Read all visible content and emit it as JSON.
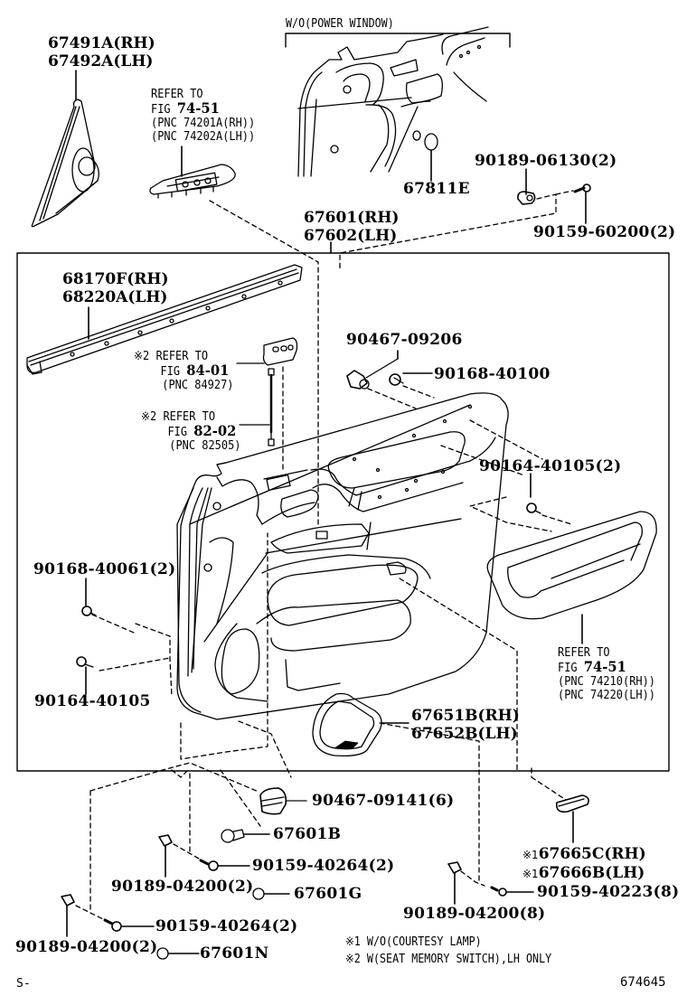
{
  "diagram": {
    "figure_number": "674645",
    "sheet_mark": "S-",
    "variant_header": "W/O(POWER WINDOW)",
    "notes": [
      {
        "mark": "※1",
        "text": "W/O(COURTESY LAMP)"
      },
      {
        "mark": "※2",
        "text": "W(SEAT MEMORY SWITCH),LH ONLY"
      }
    ],
    "parts": {
      "p67491": {
        "line1": "67491A(RH)",
        "line2": "67492A(LH)"
      },
      "p67601": {
        "line1": "67601(RH)",
        "line2": "67602(LH)"
      },
      "p68170": {
        "line1": "68170F(RH)",
        "line2": "68220A(LH)"
      },
      "p67811": "67811E",
      "p90189_06130": "90189-06130(2)",
      "p90159_60200": "90159-60200(2)",
      "p90467_09206": "90467-09206",
      "p90168_40100": "90168-40100",
      "p90164_40105_2": "90164-40105(2)",
      "p90168_40061": "90168-40061(2)",
      "p90164_40105": "90164-40105",
      "p67651": {
        "line1": "67651B(RH)",
        "line2": "67652B(LH)"
      },
      "p90467_09141": "90467-09141(6)",
      "p67601B": "67601B",
      "p90159_40264_a": "90159-40264(2)",
      "p90189_04200_a": "90189-04200(2)",
      "p67601G": "67601G",
      "p90159_40264_b": "90159-40264(2)",
      "p90189_04200_b": "90189-04200(2)",
      "p67601N": "67601N",
      "p67665": {
        "mark1": "※1",
        "line1": "67665C(RH)",
        "mark2": "※1",
        "line2": "67666B(LH)"
      },
      "p90159_40223": "90159-40223(8)",
      "p90189_04200_c": "90189-04200(8)"
    },
    "references": {
      "switch": {
        "line1": "REFER TO",
        "fig_prefix": "FIG",
        "fig": "74-51",
        "pnc1": "(PNC 74201A(RH))",
        "pnc2": "(PNC 74202A(LH))"
      },
      "memory_switch": {
        "mark": "※2",
        "line1": "REFER TO",
        "fig_prefix": "FIG",
        "fig": "84-01",
        "pnc": "(PNC 84927)"
      },
      "wire": {
        "mark": "※2",
        "line1": "REFER TO",
        "fig_prefix": "FIG",
        "fig": "82-02",
        "pnc": "(PNC 82505)"
      },
      "armrest": {
        "line1": "REFER TO",
        "fig_prefix": "FIG",
        "fig": "74-51",
        "pnc1": "(PNC 74210(RH))",
        "pnc2": "(PNC 74220(LH))"
      }
    }
  }
}
